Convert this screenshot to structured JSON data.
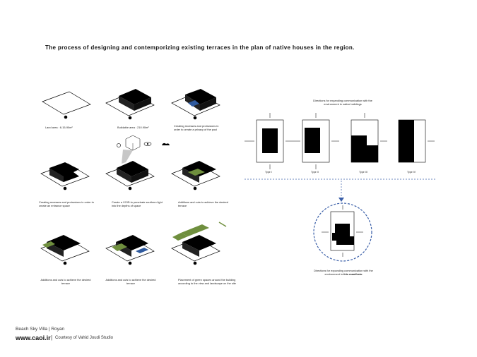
{
  "title": "The process of designing and contemporizing existing terraces in the plan of native houses in the region.",
  "steps": [
    {
      "caption": "Land area : 6-15-90m²"
    },
    {
      "caption": "Buildable area : 210.90m²"
    },
    {
      "caption": "Creating recesses and protrusions in order to create a privacy of the pool"
    },
    {
      "caption": "Creating recesses and protrusions in order to create an entrance space"
    },
    {
      "caption": "Create a VOID to penetrate southern light into the depths of space"
    },
    {
      "caption": "Additions and cuts to achieve the desired terrace"
    },
    {
      "caption": "Additions and cuts to achieve the desired terrace"
    },
    {
      "caption": "Additions and cuts to achieve the desired terrace"
    },
    {
      "caption": "Placement of green spaces around the building according to the view and landscape on the site"
    }
  ],
  "types_header": "Directions for expanding communication with the environment in native buildings",
  "types": [
    "Type I",
    "Type II",
    "Type III",
    "Type IV"
  ],
  "manifesto_caption_prefix": "Directions for expanding communication with the environment in ",
  "manifesto_caption_bold": "this manifesto",
  "footer": {
    "project": "Beach Sky Villa | Royan",
    "site": "www.caoi.ir",
    "separator": "|",
    "credit": "Courtesy of Vahid Joudi Studio"
  },
  "colors": {
    "black": "#000000",
    "green": "#6f8f3e",
    "blue": "#2f5a9e",
    "dashed": "#3a5fa8"
  }
}
